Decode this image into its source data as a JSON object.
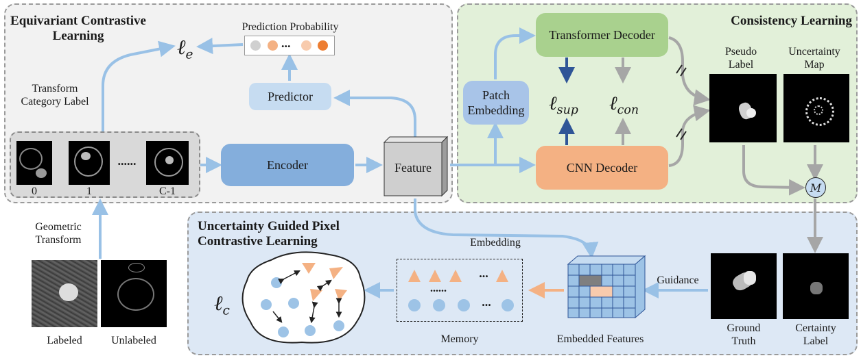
{
  "panels": {
    "equivariant_title": "Equivariant Contrastive Learning",
    "consistency_title": "Consistency Learning",
    "uncertainty_title": "Uncertainty Guided Pixel Contrastive Learning"
  },
  "labels": {
    "prediction_probability": "Prediction Probability",
    "transform_category_label": "Transform Category Label",
    "geometric_transform": "Geometric Transform",
    "labeled": "Labeled",
    "unlabeled": "Unlabeled",
    "transform_ids": [
      "0",
      "1",
      "C-1"
    ],
    "dots": "......",
    "pseudo_label": "Pseudo Label",
    "uncertainty_map": "Uncertainty Map",
    "ground_truth": "Ground Truth",
    "certainty_label": "Certainty Label",
    "embedding": "Embedding",
    "memory": "Memory",
    "embedded_features": "Embedded Features",
    "guidance": "Guidance",
    "merge_symbol": "M"
  },
  "boxes": {
    "encoder": "Encoder",
    "predictor": "Predictor",
    "feature": "Feature",
    "patch_embedding": "Patch Embedding",
    "transformer_decoder": "Transformer Decoder",
    "cnn_decoder": "CNN Decoder"
  },
  "losses": {
    "e": {
      "main": "ℓ",
      "sub": "e"
    },
    "sup": {
      "main": "ℓ",
      "sub": "sup"
    },
    "con": {
      "main": "ℓ",
      "sub": "con"
    },
    "c": {
      "main": "ℓ",
      "sub": "c"
    }
  },
  "memory_dots": "...",
  "prob_ellipsis": "...",
  "colors": {
    "blue_box": "#84aedc",
    "light_blue_box": "#c6dcf1",
    "green_box": "#a9d18e",
    "orange_box": "#f4b183",
    "arrow_blue": "#99c1e6",
    "arrow_dark_blue": "#2f5597",
    "arrow_gray": "#a6a6a6",
    "arrow_orange": "#f4b183",
    "panel_gray": "#f2f2f2",
    "panel_green": "#e2f0d9",
    "panel_blue": "#dde8f5"
  }
}
